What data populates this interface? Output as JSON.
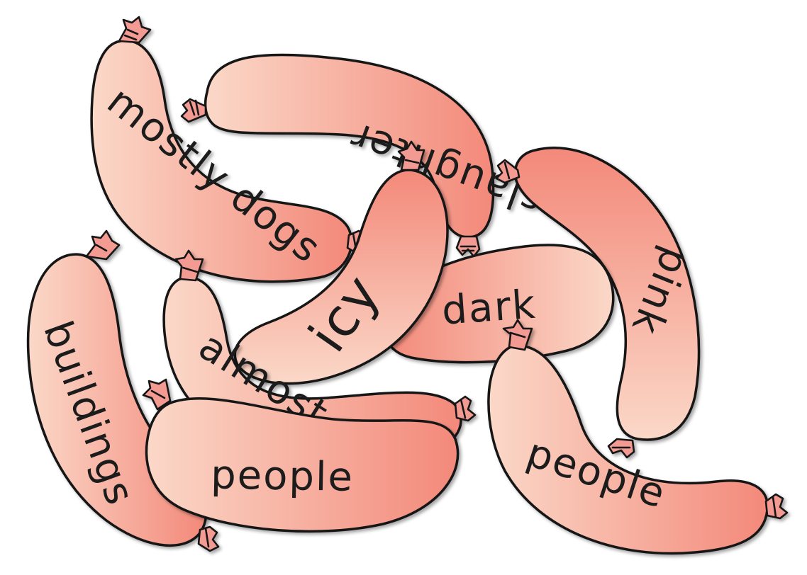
{
  "sausages": [
    {
      "id": "slaughter",
      "word": "slaughter"
    },
    {
      "id": "mostly-dogs",
      "word": "mostly dogs"
    },
    {
      "id": "pink",
      "word": "pink"
    },
    {
      "id": "dark",
      "word": "dark"
    },
    {
      "id": "icy",
      "word": "icy"
    },
    {
      "id": "buildings",
      "word": "buildings"
    },
    {
      "id": "almost",
      "word": "almost"
    },
    {
      "id": "people-left",
      "word": "people"
    },
    {
      "id": "people-right",
      "word": "people"
    }
  ],
  "colors": {
    "casing_light": "#fbd8c8",
    "casing_dark": "#f3897a",
    "outline": "#141414",
    "tie": "#f39a92",
    "text": "#1a1a1a"
  }
}
